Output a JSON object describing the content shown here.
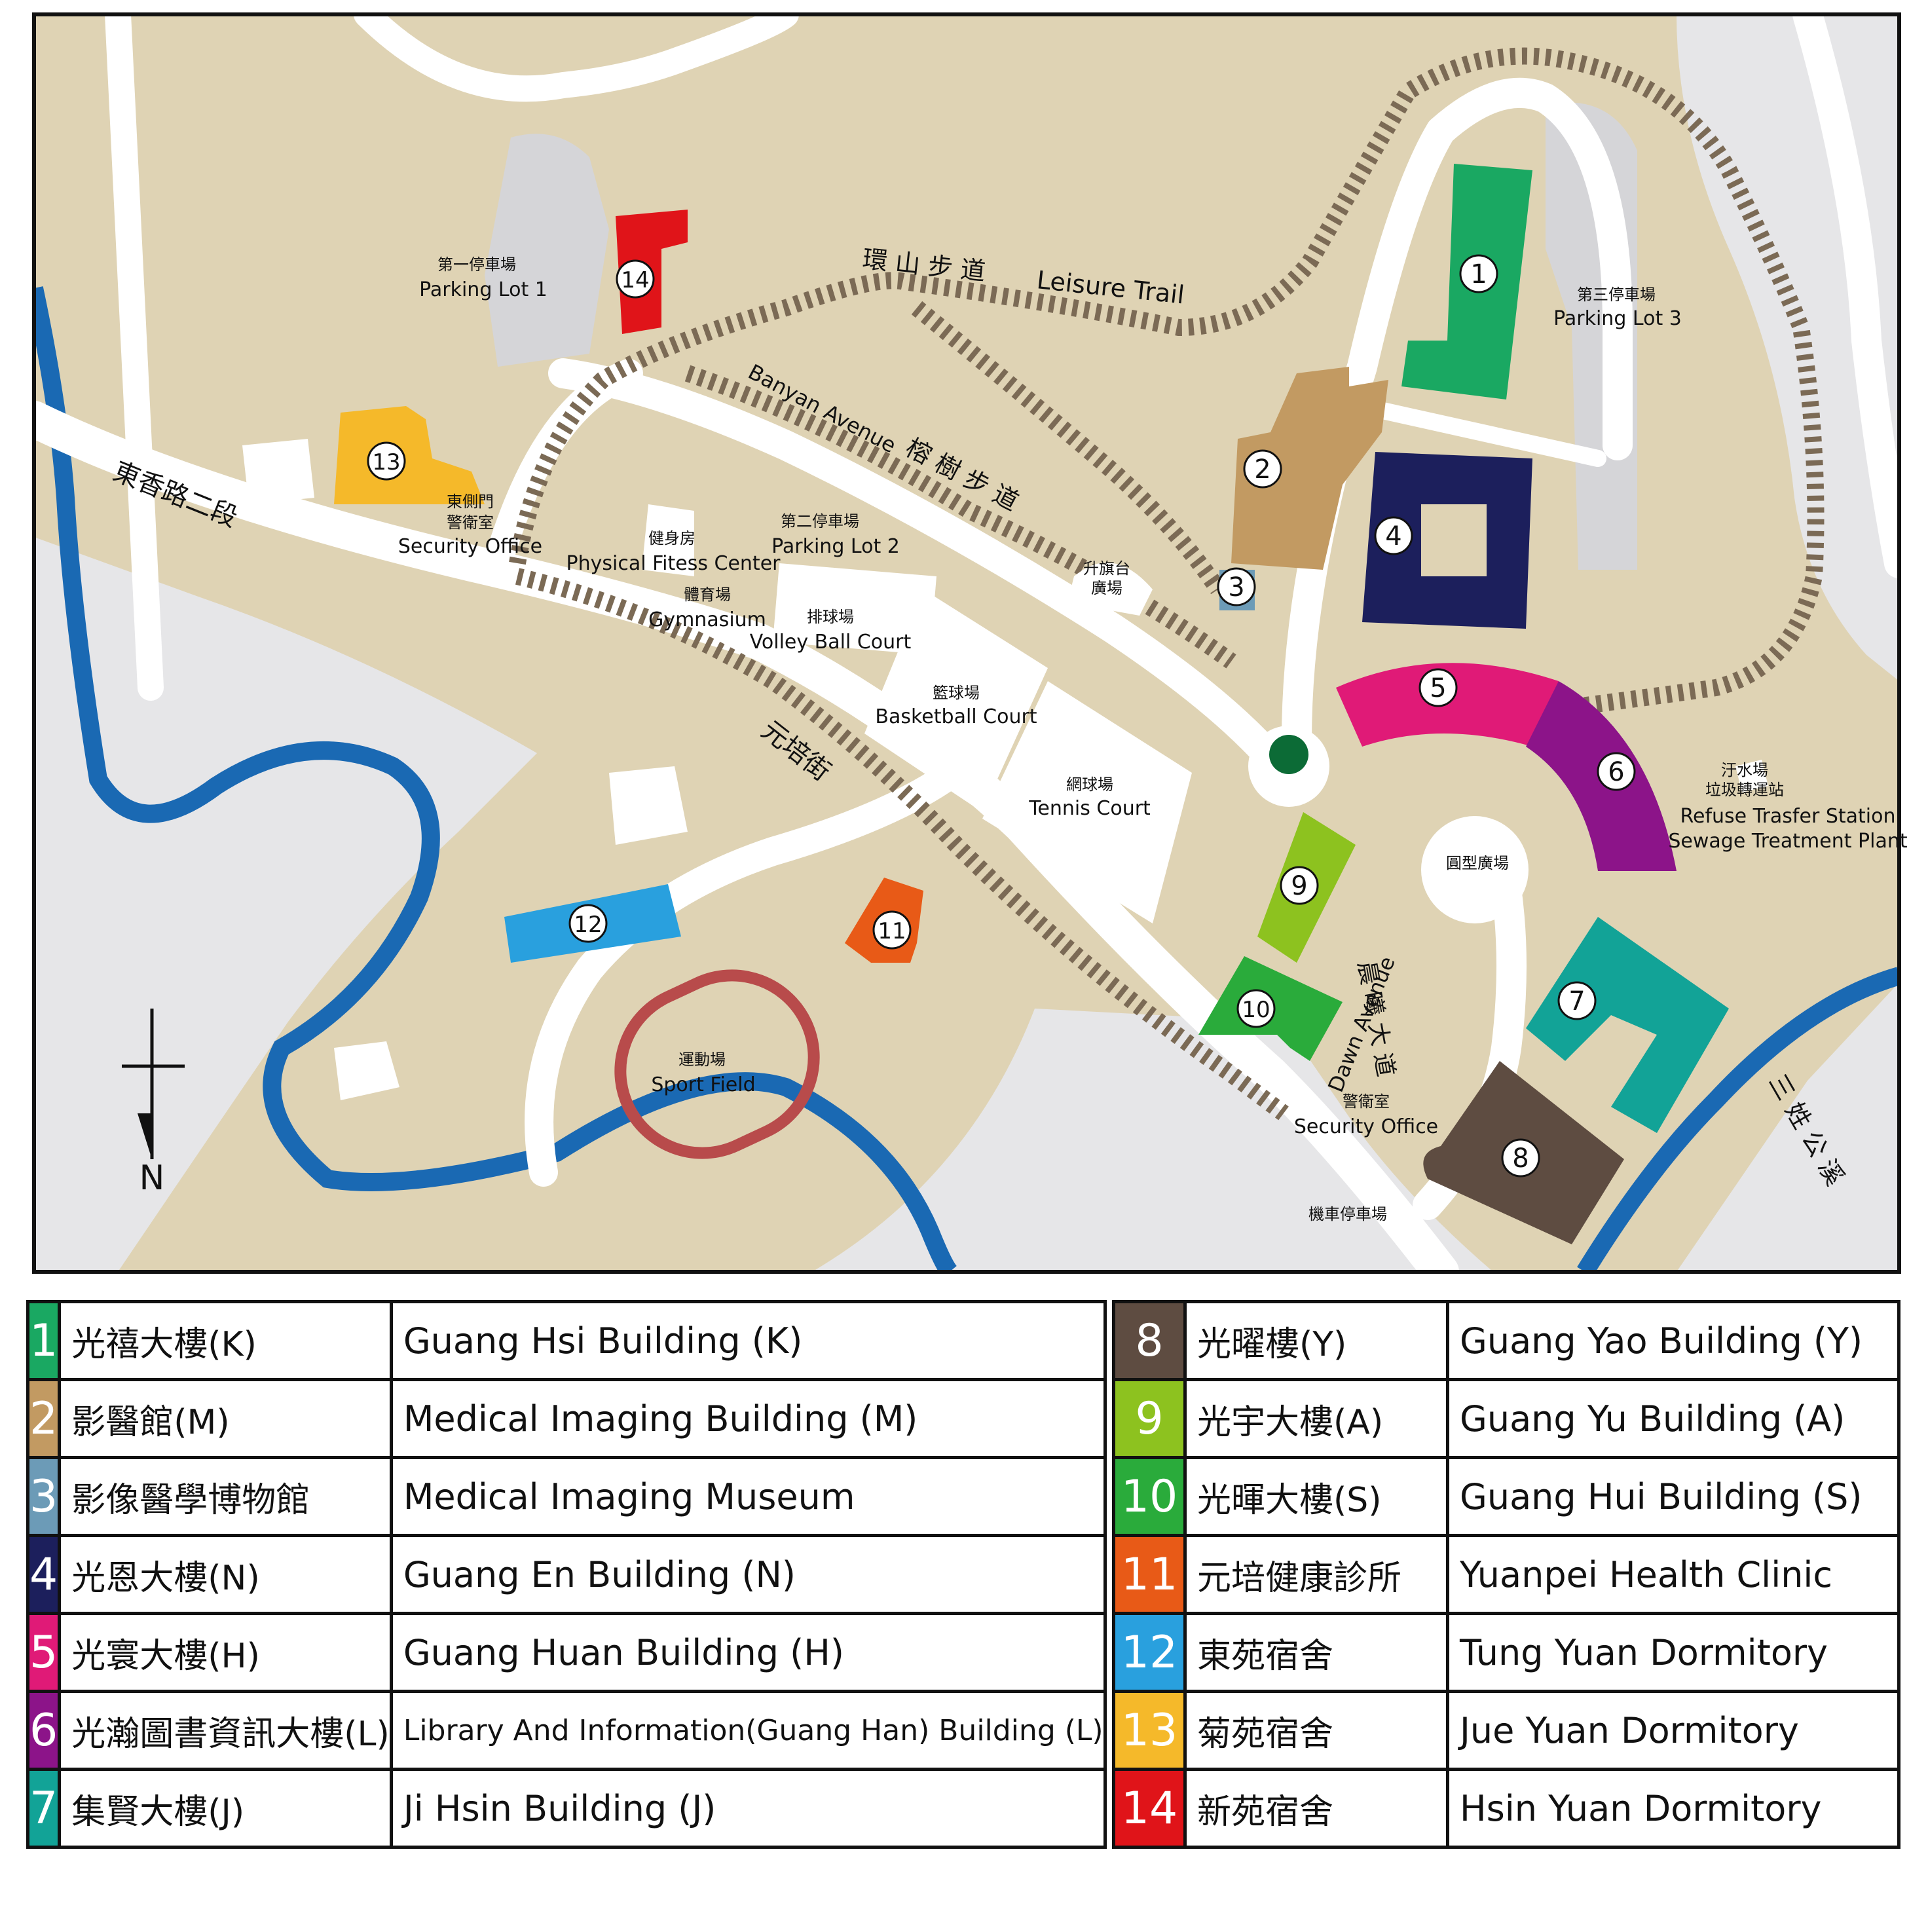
{
  "map": {
    "roads": {
      "east_road": "東香路二段",
      "yuanpei_street": "元培街",
      "banyan_avenue_en": "Banyan Avenue",
      "banyan_avenue_zh": "榕 樹 步 道",
      "leisure_trail_zh": "環 山 步 道",
      "leisure_trail_en": "Leisure Trail",
      "dawn_avenue_zh": "晨 曦 大 道",
      "dawn_avenue_en": "Dawn Avenue",
      "canal": "三 姓 公 溪"
    },
    "places": {
      "parking_lot_1_zh": "第一停車場",
      "parking_lot_1_en": "Parking Lot  1",
      "parking_lot_2_zh": "第二停車場",
      "parking_lot_2_en": "Parking Lot 2",
      "parking_lot_3_zh": "第三停車場",
      "parking_lot_3_en": "Parking Lot 3",
      "east_security_zh1": "東側門",
      "east_security_zh2": "警衛室",
      "east_security_en": "Security Office",
      "fitness_zh": "健身房",
      "fitness_en": "Physical Fitess Center",
      "gym_zh": "體育場",
      "gym_en": "Gymnasium",
      "volleyball_zh": "排球場",
      "volleyball_en": "Volley Ball Court",
      "basketball_zh": "籃球場",
      "basketball_en": "Basketball Court",
      "tennis_zh": "網球場",
      "tennis_en": "Tennis Court",
      "flag_plaza_zh1": "升旗台",
      "flag_plaza_zh2": "廣場",
      "round_plaza": "圓型廣場",
      "sewage_zh1": "汙水場",
      "sewage_zh2": "垃圾轉運站",
      "refuse_en": "Refuse Trasfer Station",
      "sewage_en": "Sewage Treatment Plant",
      "south_security_zh": "警衛室",
      "south_security_en": "Security Office",
      "motorcycle_parking": "機車停車場",
      "sport_field_zh": "運動場",
      "sport_field_en": "Sport Field",
      "north": "N"
    },
    "markers": [
      "1",
      "2",
      "3",
      "4",
      "5",
      "6",
      "7",
      "8",
      "9",
      "10",
      "11",
      "12",
      "13",
      "14"
    ]
  },
  "legend": {
    "left": [
      {
        "num": "1",
        "zh": "光禧大樓(K)",
        "en": "Guang Hsi Building (K)",
        "color": "#1aa862"
      },
      {
        "num": "2",
        "zh": "影醫館(M)",
        "en": "Medical Imaging Building (M)",
        "color": "#c29a62"
      },
      {
        "num": "3",
        "zh": "影像醫學博物館",
        "en": "Medical Imaging Museum",
        "color": "#6c9bb7"
      },
      {
        "num": "4",
        "zh": "光恩大樓(N)",
        "en": "Guang En Building (N)",
        "color": "#1c1f5c"
      },
      {
        "num": "5",
        "zh": "光寰大樓(H)",
        "en": "Guang Huan Building (H)",
        "color": "#e01a77"
      },
      {
        "num": "6",
        "zh": "光瀚圖書資訊大樓(L)",
        "en": "Library And Information(Guang Han) Building (L)",
        "color": "#8c1489"
      },
      {
        "num": "7",
        "zh": "集賢大樓(J)",
        "en": "Ji Hsin Building (J)",
        "color": "#12a397"
      }
    ],
    "right": [
      {
        "num": "8",
        "zh": "光曜樓(Y)",
        "en": "Guang Yao Building (Y)",
        "color": "#5e4c41"
      },
      {
        "num": "9",
        "zh": "光宇大樓(A)",
        "en": "Guang Yu Building (A)",
        "color": "#8dc21f"
      },
      {
        "num": "10",
        "zh": "光暉大樓(S)",
        "en": "Guang Hui Building (S)",
        "color": "#2aab3b"
      },
      {
        "num": "11",
        "zh": "元培健康診所",
        "en": "Yuanpei Health Clinic",
        "color": "#e85a17"
      },
      {
        "num": "12",
        "zh": "東苑宿舍",
        "en": "Tung Yuan Dormitory",
        "color": "#29a0de"
      },
      {
        "num": "13",
        "zh": "菊苑宿舍",
        "en": "Jue Yuan Dormitory",
        "color": "#f5b92a"
      },
      {
        "num": "14",
        "zh": "新苑宿舍",
        "en": "Hsin Yuan Dormitory",
        "color": "#e01419"
      }
    ]
  },
  "colors": {
    "land": "#dfd3b4",
    "road": "#ffffff",
    "water": "#1a69b3",
    "grey_area": "#e6e6e8",
    "trail": "#7b6a55"
  }
}
